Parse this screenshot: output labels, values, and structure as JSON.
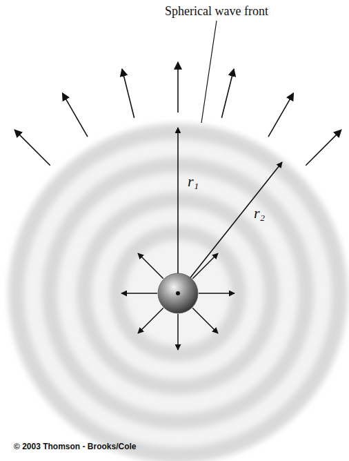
{
  "diagram": {
    "labels": [
      "Spherical wave front",
      "r₁",
      "r₂",
      "© 2003 Thomson - Brooks/Cole"
    ]
  }
}
